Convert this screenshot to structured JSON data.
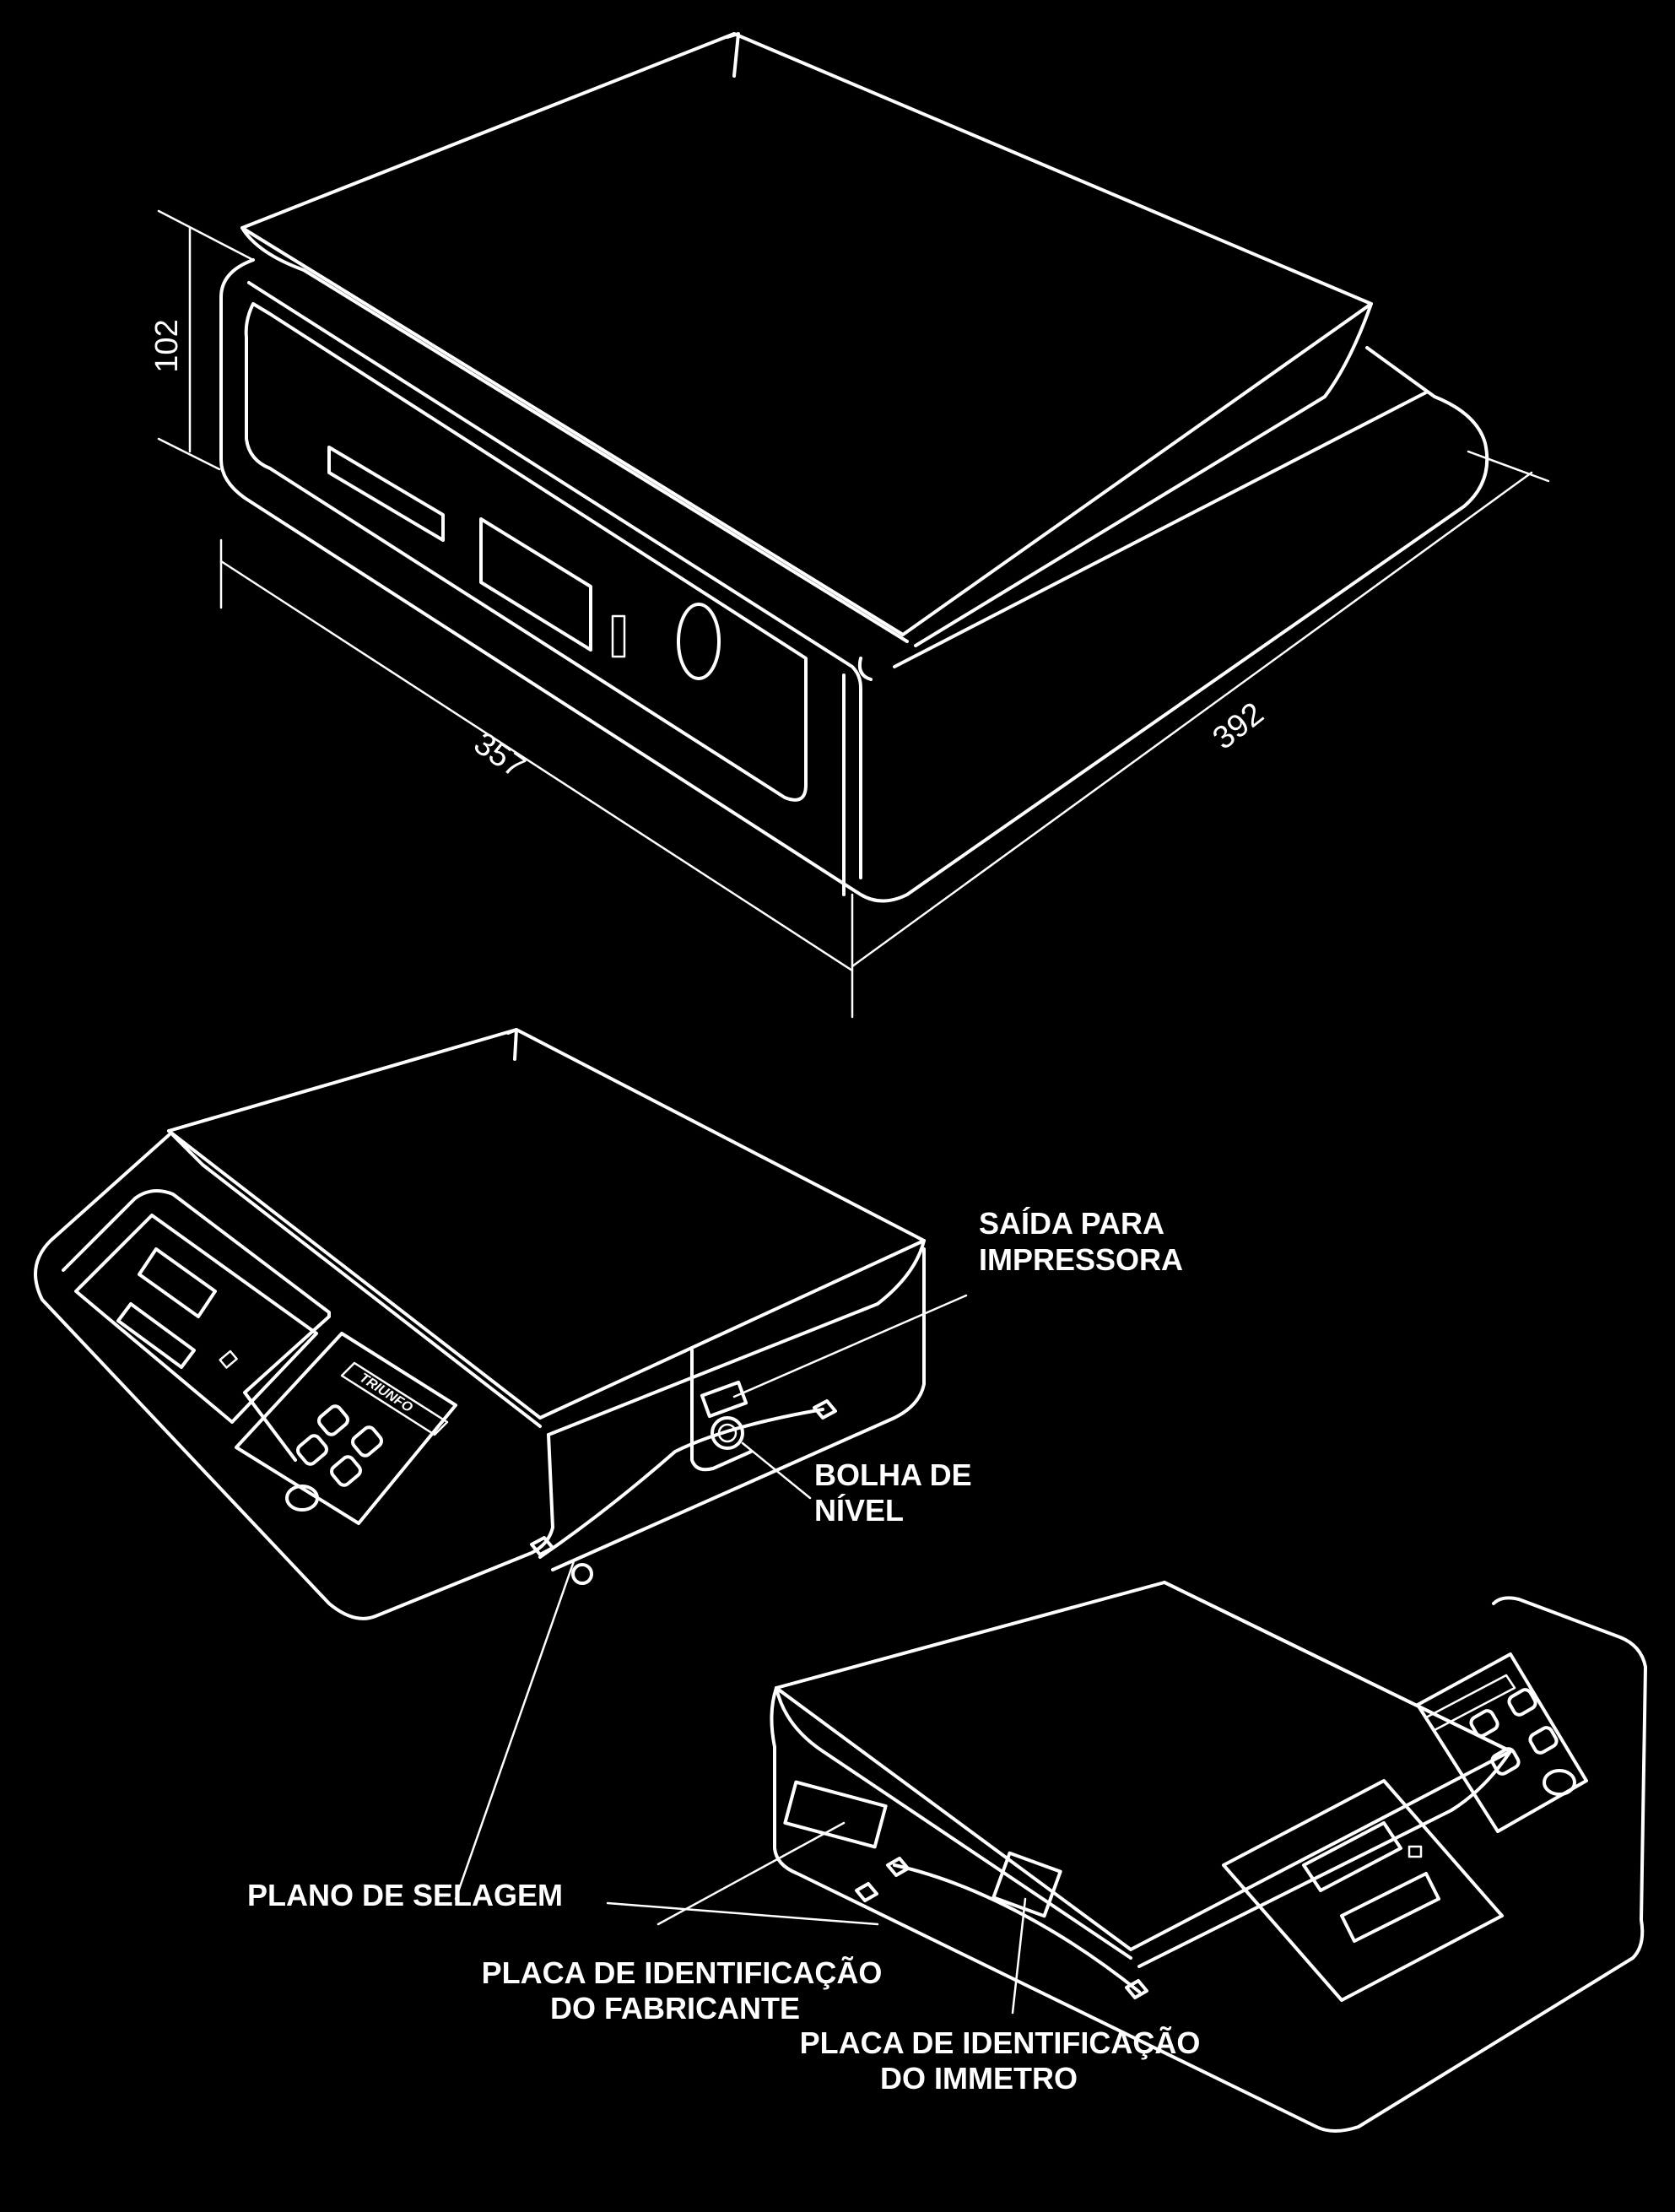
{
  "dimensions": {
    "height": "102",
    "depth": "357",
    "width": "392"
  },
  "callouts": {
    "printer_output": [
      "SAÍDA PARA",
      "IMPRESSORA"
    ],
    "level_bubble": [
      "BOLHA DE",
      "NÍVEL"
    ],
    "sealing_plane": "PLANO DE SELAGEM",
    "manufacturer_plate": [
      "PLACA DE IDENTIFICAÇÃO",
      "DO FABRICANTE"
    ],
    "immetro_plate": [
      "PLACA DE IDENTIFICAÇÃO",
      "DO IMMETRO"
    ]
  },
  "brand_mark": "TRIUNFO",
  "colors": {
    "background": "#000000",
    "line": "#ffffff"
  }
}
